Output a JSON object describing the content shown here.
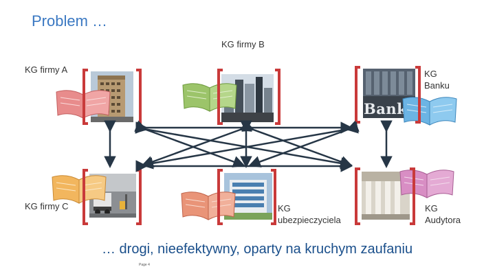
{
  "title": "Problem …",
  "labels": {
    "firm_b": "KG firmy B",
    "firm_a": "KG firmy A",
    "bank_line1": "KG",
    "bank_line2": "Banku",
    "firm_c": "KG firmy C",
    "insurer_line1": "KG",
    "insurer_line2": "ubezpieczyciela",
    "auditor_line1": "KG",
    "auditor_line2": "Audytora"
  },
  "bank_sign": "Bank",
  "conclusion": "… drogi, nieefektywny, oparty na kruchym zaufaniu",
  "page_label": "Page 4",
  "colors": {
    "title": "#3a78c2",
    "bracket": "#c93a3a",
    "connector": "#263646",
    "conclusion": "#1a4f8b",
    "book_red": "#e88c8c",
    "book_green": "#9cc46a",
    "book_blue": "#6cb4e4",
    "book_orange": "#f2b65e",
    "book_pink": "#d88ec4"
  },
  "icons": [
    "book-icon",
    "building-photo",
    "city-photo",
    "bank-photo",
    "warehouse-photo",
    "office-photo",
    "columns-photo",
    "double-arrow-icon"
  ]
}
